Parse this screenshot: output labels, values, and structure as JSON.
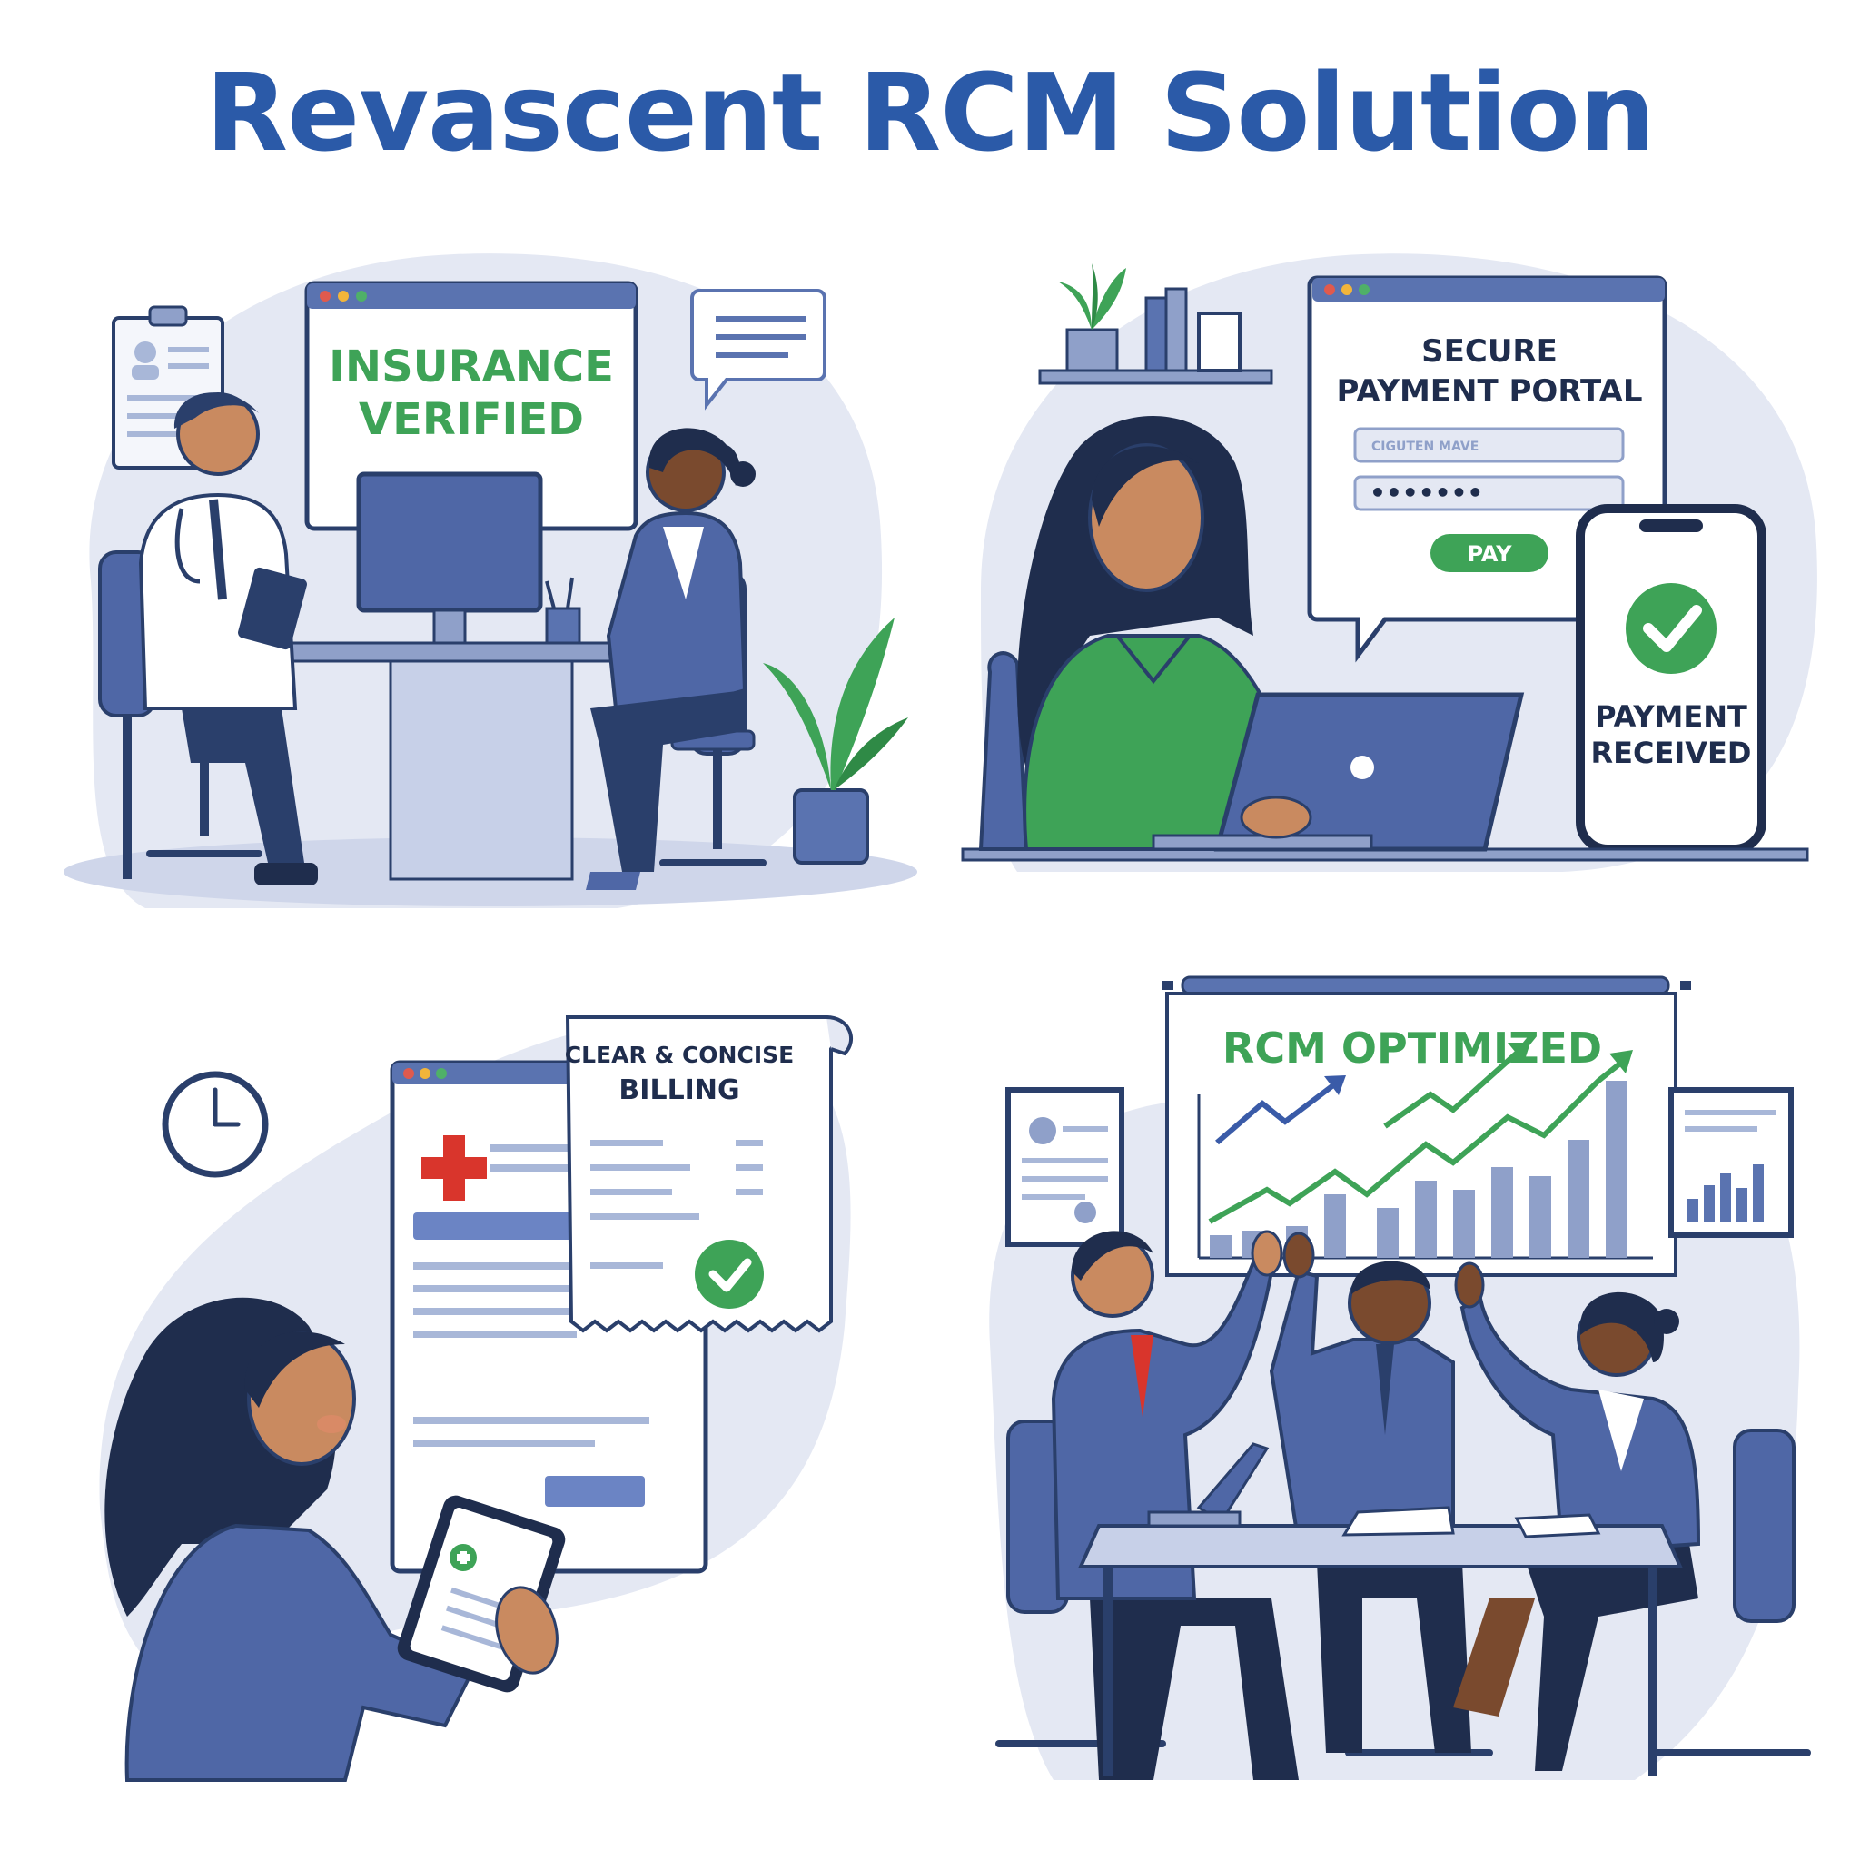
{
  "title": "Revascent RCM Solution",
  "colors": {
    "brand_blue": "#2b5aa8",
    "accent_green": "#3ea357",
    "navy": "#2a3f6b",
    "soft_bg": "#e4e8f3",
    "red": "#d9352c"
  },
  "panels": [
    {
      "screen_text_line1": "INSURANCE",
      "screen_text_line2": "VERIFIED"
    },
    {
      "portal_line1": "SECURE",
      "portal_line2": "PAYMENT PORTAL",
      "field_placeholder": "CIGUTEN MAVE",
      "password_mask": "•••••••",
      "pay_button": "PAY",
      "phone_line1": "PAYMENT",
      "phone_line2": "RECEIVED"
    },
    {
      "receipt_line1": "CLEAR & CONCISE",
      "receipt_line2": "BILLING"
    },
    {
      "board_text": "RCM OPTIMIZED"
    }
  ]
}
